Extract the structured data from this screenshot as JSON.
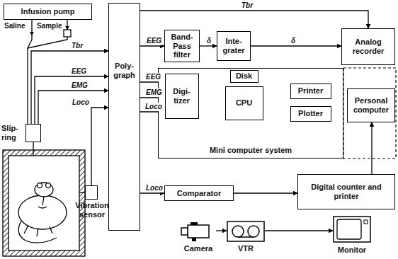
{
  "diagram": {
    "nodes": [
      {
        "text": [
          "Infusion pump"
        ]
      },
      {
        "text": [
          "Slip- ring"
        ]
      },
      {
        "text": [
          "Vibration sensor"
        ]
      },
      {
        "text": [
          "Poly- graph"
        ]
      },
      {
        "text": [
          "Band- Pass filter"
        ]
      },
      {
        "text": [
          "Inte- grater"
        ]
      },
      {
        "text": [
          "Analog recorder"
        ]
      },
      {
        "text": [
          "Mini computer system"
        ]
      },
      {
        "text": [
          "Digi- tizer"
        ],
        "in": 7
      },
      {
        "text": [
          "Disk"
        ],
        "in": 7
      },
      {
        "text": [
          "CPU"
        ],
        "in": 7
      },
      {
        "text": [
          "Printer"
        ],
        "in": 7
      },
      {
        "text": [
          "Plotter"
        ],
        "in": 7
      },
      {
        "text": [
          "Personal computer"
        ]
      },
      {
        "text": [
          "Comparator"
        ]
      },
      {
        "text": [
          "Digital counter and printer"
        ]
      },
      {
        "text": [
          "Camera"
        ]
      },
      {
        "text": [
          "VTR"
        ]
      },
      {
        "text": [
          "Monitor"
        ]
      }
    ],
    "edges": [
      {
        "from": 1,
        "to": 3,
        "label": "Tbr",
        "arrow": "to"
      },
      {
        "from": 1,
        "to": 3,
        "label": "EEG",
        "arrow": "to"
      },
      {
        "from": 1,
        "to": 3,
        "label": "EMG",
        "arrow": "to"
      },
      {
        "from": 2,
        "to": 3,
        "label": "Loco",
        "arrow": "to"
      },
      {
        "from": 3,
        "to": 6,
        "label": "Tbr",
        "arrow": "to"
      },
      {
        "from": 3,
        "to": 4,
        "label": "EEG",
        "arrow": "to"
      },
      {
        "from": 4,
        "to": 5,
        "label": "δ",
        "arrow": "to"
      },
      {
        "from": 5,
        "to": 6,
        "label": "δ",
        "arrow": "to"
      },
      {
        "from": 3,
        "to": 8,
        "label": "EEG",
        "arrow": "to"
      },
      {
        "from": 3,
        "to": 8,
        "label": "EMG",
        "arrow": "to"
      },
      {
        "from": 3,
        "to": 8,
        "label": "Loco",
        "arrow": "to"
      },
      {
        "from": 8,
        "to": 10,
        "arrow": "to"
      },
      {
        "from": 10,
        "to": 9,
        "arrow": "both"
      },
      {
        "from": 10,
        "to": 11,
        "arrow": "to"
      },
      {
        "from": 10,
        "to": 12,
        "arrow": "to"
      },
      {
        "from": 3,
        "to": 14,
        "label": "Loco",
        "arrow": "to"
      },
      {
        "from": 14,
        "to": 15,
        "arrow": "to"
      },
      {
        "from": 15,
        "to": 13,
        "arrow": "to"
      },
      {
        "from": 16,
        "to": 17,
        "arrow": "to"
      },
      {
        "from": 17,
        "to": 18,
        "arrow": "to"
      }
    ],
    "labels": [
      "Saline",
      "Sample"
    ]
  }
}
